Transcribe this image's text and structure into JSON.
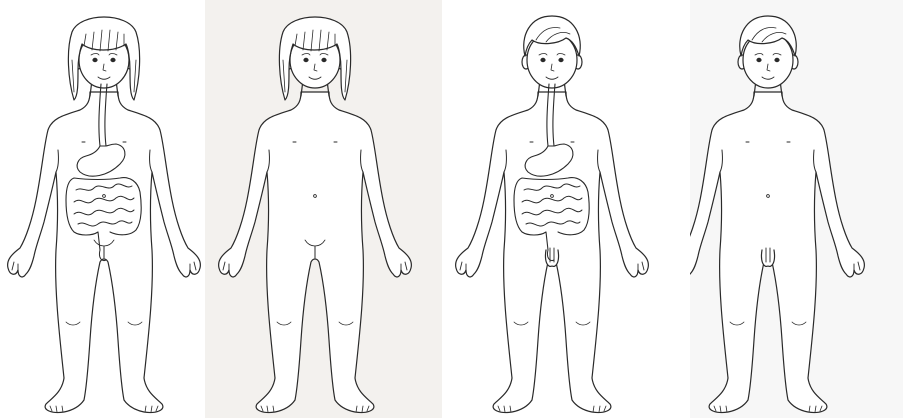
{
  "figures": [
    {
      "id": "girl-digestive",
      "sex": "female",
      "shows_digestive_system": true,
      "background": "#ffffff"
    },
    {
      "id": "girl-outline",
      "sex": "female",
      "shows_digestive_system": false,
      "background": "#f3f1ee"
    },
    {
      "id": "boy-digestive",
      "sex": "male",
      "shows_digestive_system": true,
      "background": "#ffffff"
    },
    {
      "id": "boy-outline",
      "sex": "male",
      "shows_digestive_system": false,
      "background": "#f7f7f7"
    }
  ],
  "colors": {
    "line": "#2a2a2a",
    "skin": "#ffffff"
  }
}
